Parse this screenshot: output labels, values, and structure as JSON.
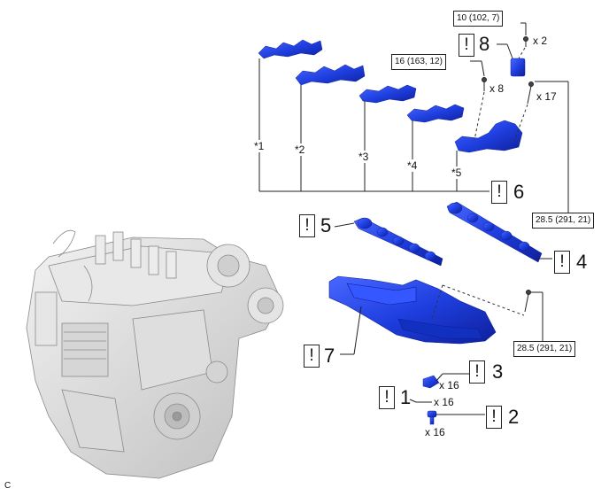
{
  "corner_code": "C",
  "parts": {
    "camshaft_housing_subs": [
      "*1",
      "*2",
      "*3",
      "*4",
      "*5"
    ]
  },
  "torques": {
    "t_10": "10 (102, 7)",
    "t_16": "16 (163, 12)",
    "t_285_upper": "28.5 (291, 21)",
    "t_285_lower": "28.5 (291, 21)"
  },
  "quantities": {
    "q_x2": "x 2",
    "q_x8": "x 8",
    "q_x17": "x 17",
    "q_x16_a": "x 16",
    "q_x16_b": "x 16",
    "q_x16_c": "x 16"
  },
  "steps": {
    "notice_glyph": "!",
    "s1": "1",
    "s2": "2",
    "s3": "3",
    "s4": "4",
    "s5": "5",
    "s6": "6",
    "s7": "7",
    "s8": "8"
  },
  "colors": {
    "part_blue": "#1f3fe0",
    "part_blue_dark": "#0d1f9a",
    "engine_gray": "#d9d9d9",
    "line": "#222222"
  }
}
